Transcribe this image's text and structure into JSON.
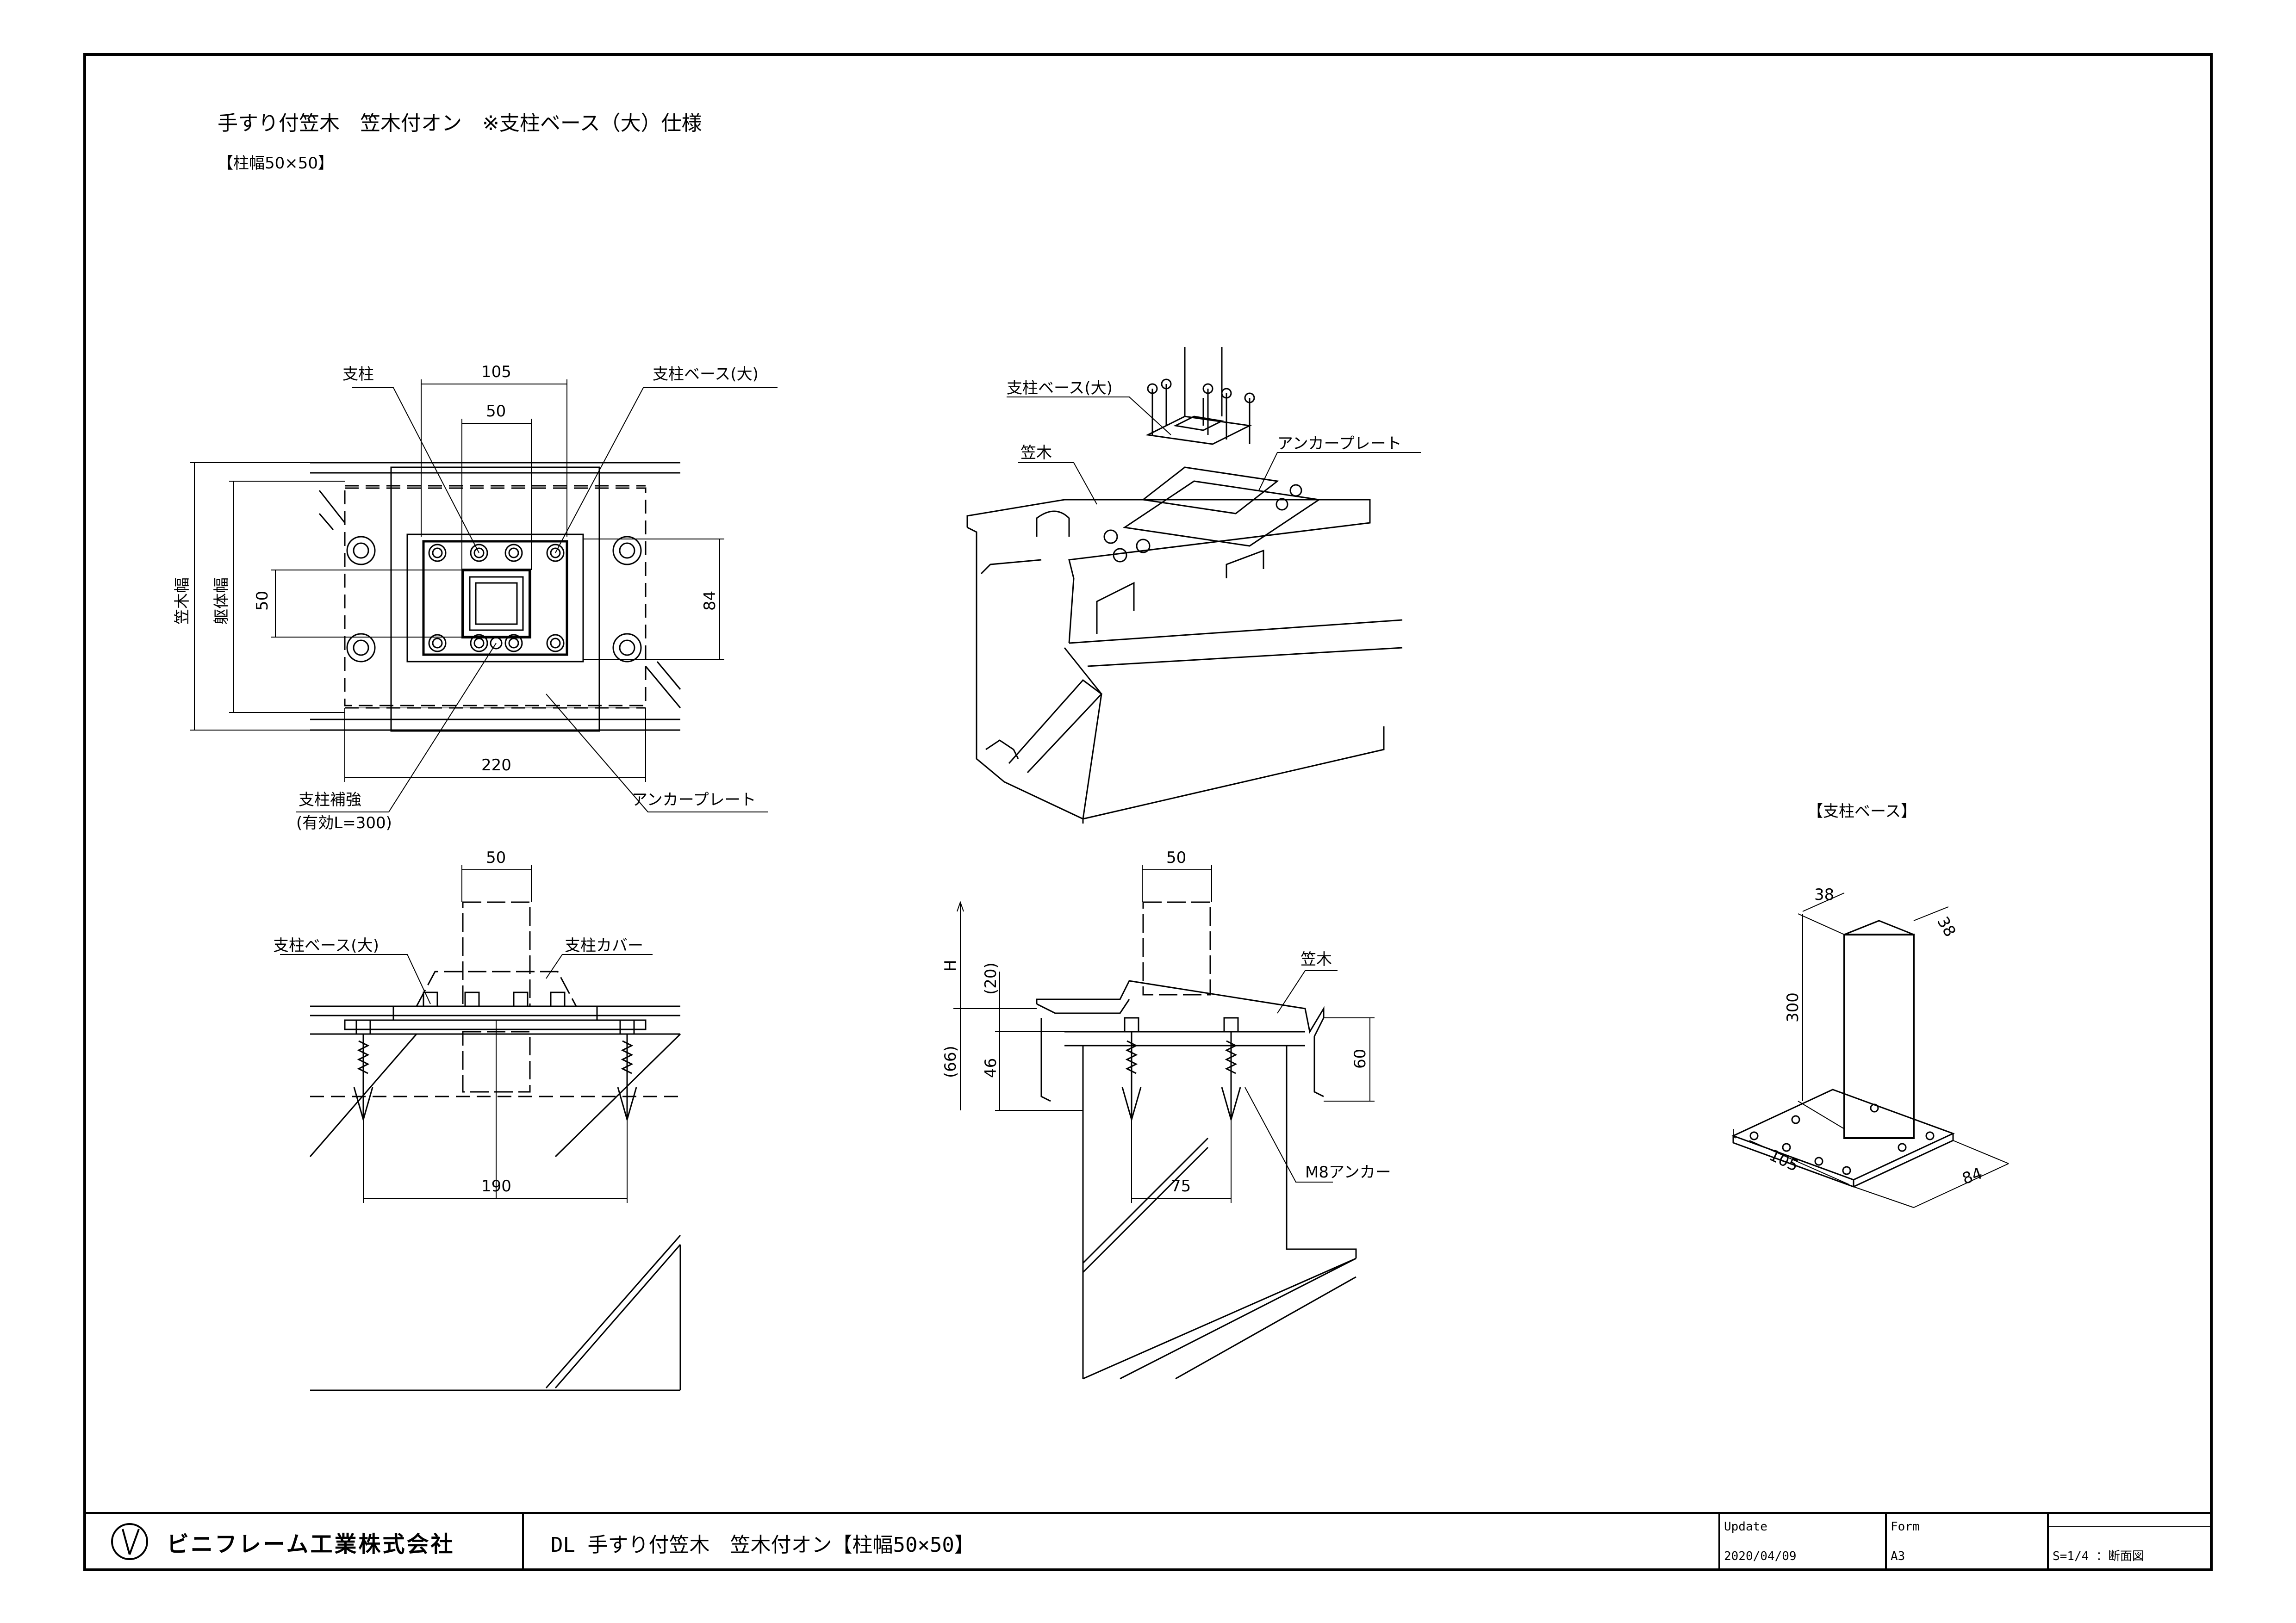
{
  "header": {
    "title": "手すり付笠木　笠木付オン　※支柱ベース（大）仕様",
    "subtitle": "【柱幅50×50】"
  },
  "plan_view": {
    "labels": {
      "post": "支柱",
      "base_large": "支柱ベース(大)",
      "reinforce": "支柱補強",
      "reinforce_len": "(有効L=300)",
      "anchor_plate": "アンカープレート",
      "coping_width": "笠木幅",
      "body_width": "躯体幅"
    },
    "dims": {
      "d105": "105",
      "d50_top": "50",
      "d50_left": "50",
      "d84": "84",
      "d220": "220"
    }
  },
  "section_left": {
    "labels": {
      "base_large": "支柱ベース(大)",
      "cover": "支柱カバー"
    },
    "dims": {
      "d50": "50",
      "d190": "190"
    }
  },
  "iso_view": {
    "labels": {
      "base_large": "支柱ベース(大)",
      "coping": "笠木",
      "anchor_plate": "アンカープレート"
    }
  },
  "section_right": {
    "labels": {
      "coping": "笠木",
      "anchor": "M8アンカー",
      "h": "H"
    },
    "dims": {
      "d50": "50",
      "d20": "(20)",
      "d66": "(66)",
      "d46": "46",
      "d60": "60",
      "d75": "75"
    }
  },
  "base_detail": {
    "title": "【支柱ベース】",
    "dims": {
      "w38a": "38",
      "w38b": "38",
      "h300": "300",
      "d105": "105",
      "d84": "84"
    }
  },
  "title_block": {
    "company": "ビニフレーム工業株式会社",
    "drawing_title": "DL 手すり付笠木　笠木付オン【柱幅50×50】",
    "update_label": "Update",
    "update_value": "2020/04/09",
    "form_label": "Form",
    "form_value": "A3",
    "scale": "S=1/4 ：断面図"
  }
}
